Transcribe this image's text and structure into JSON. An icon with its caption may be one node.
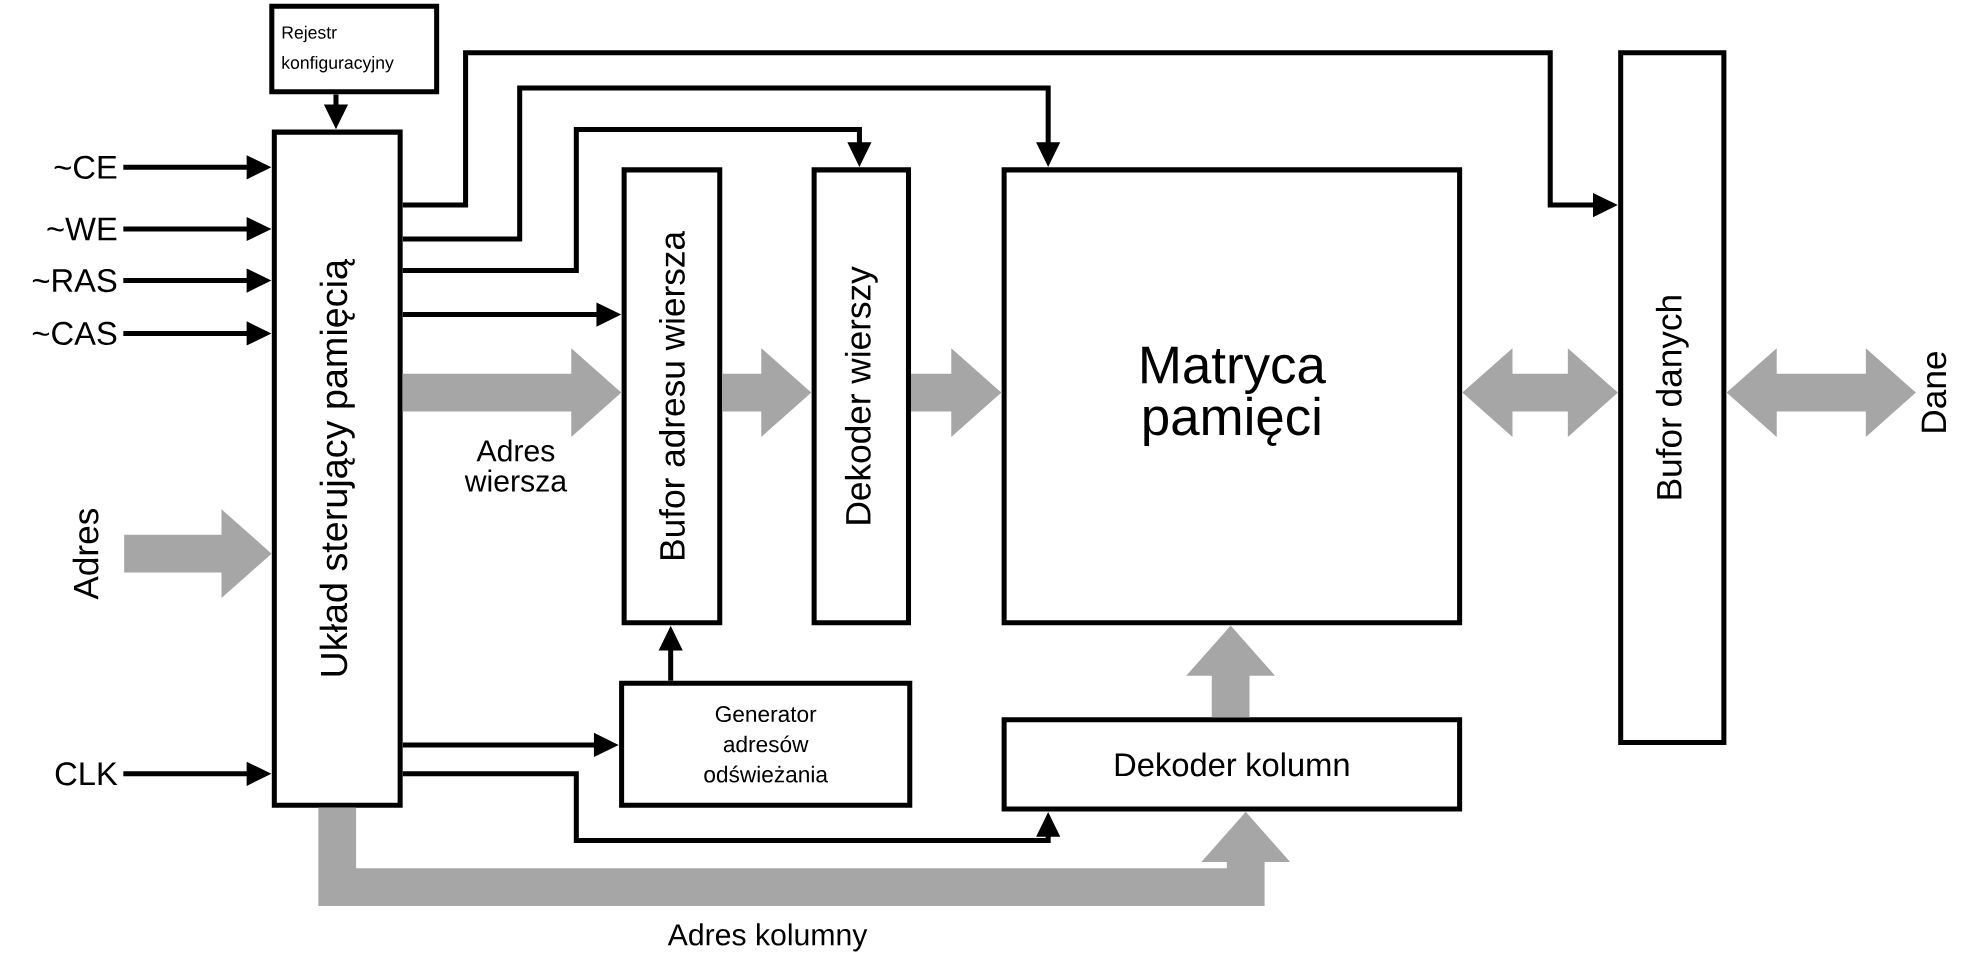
{
  "diagram": {
    "nodes": [
      {
        "text": [
          "Rejestr konfiguracyjny"
        ]
      },
      {
        "text": [
          "Układ sterujący pamięcią"
        ]
      },
      {
        "text": [
          "Bufor adresu wiersza"
        ]
      },
      {
        "text": [
          "Dekoder wierszy"
        ]
      },
      {
        "text": [
          "Matryca pamięci"
        ]
      },
      {
        "text": [
          "Generator adresów odświeżania"
        ]
      },
      {
        "text": [
          "Dekoder kolumn"
        ]
      },
      {
        "text": [
          "Bufor danych"
        ]
      },
      {
        "text": [
          "~CE"
        ]
      },
      {
        "text": [
          "~WE"
        ]
      },
      {
        "text": [
          "~RAS"
        ]
      },
      {
        "text": [
          "~CAS"
        ]
      },
      {
        "text": [
          "Adres"
        ]
      },
      {
        "text": [
          "CLK"
        ]
      },
      {
        "text": [
          "Dane"
        ]
      }
    ],
    "edges": [
      {
        "from": 0,
        "to": 1,
        "arrow": "to"
      },
      {
        "from": 8,
        "to": 1,
        "arrow": "to"
      },
      {
        "from": 9,
        "to": 1,
        "arrow": "to"
      },
      {
        "from": 10,
        "to": 1,
        "arrow": "to"
      },
      {
        "from": 11,
        "to": 1,
        "arrow": "to"
      },
      {
        "from": 12,
        "to": 1,
        "arrow": "to",
        "style": "thick",
        "color": "#a6a6a6"
      },
      {
        "from": 13,
        "to": 1,
        "arrow": "to"
      },
      {
        "from": 1,
        "to": 7,
        "arrow": "to"
      },
      {
        "from": 1,
        "to": 4,
        "arrow": "to"
      },
      {
        "from": 1,
        "to": 3,
        "arrow": "to"
      },
      {
        "from": 1,
        "to": 2,
        "arrow": "to"
      },
      {
        "from": 1,
        "to": 2,
        "arrow": "to",
        "label": "Adres wiersza",
        "style": "thick",
        "color": "#a6a6a6"
      },
      {
        "from": 2,
        "to": 3,
        "arrow": "to",
        "style": "thick",
        "color": "#a6a6a6"
      },
      {
        "from": 3,
        "to": 4,
        "arrow": "to",
        "style": "thick",
        "color": "#a6a6a6"
      },
      {
        "from": 4,
        "to": 7,
        "arrow": "both",
        "style": "thick",
        "color": "#a6a6a6"
      },
      {
        "from": 7,
        "to": 14,
        "arrow": "both",
        "style": "thick",
        "color": "#a6a6a6"
      },
      {
        "from": 1,
        "to": 5,
        "arrow": "to"
      },
      {
        "from": 5,
        "to": 2,
        "arrow": "to"
      },
      {
        "from": 1,
        "to": 6,
        "arrow": "to"
      },
      {
        "from": 1,
        "to": 6,
        "arrow": "to",
        "label": "Adres kolumny",
        "style": "thick",
        "color": "#a6a6a6"
      },
      {
        "from": 6,
        "to": 4,
        "arrow": "to",
        "style": "thick",
        "color": "#a6a6a6"
      }
    ]
  }
}
